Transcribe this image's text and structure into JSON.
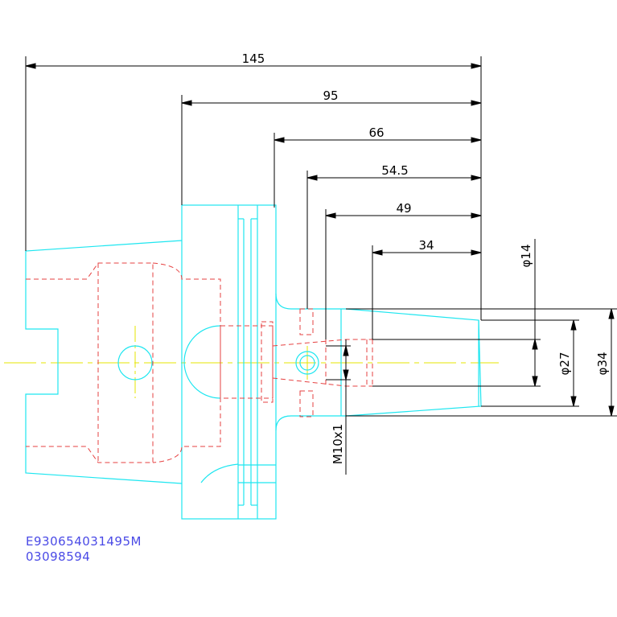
{
  "dimensions": {
    "length_overall": "145",
    "length_95": "95",
    "length_66": "66",
    "length_54_5": "54.5",
    "length_49": "49",
    "length_34": "34",
    "dia_14": "φ14",
    "dia_27": "φ27",
    "dia_34": "φ34",
    "thread": "M10x1"
  },
  "codes": {
    "part_number": "E930654031495M",
    "order_number": "03098594"
  },
  "colors": {
    "outline": "#1ee6f0",
    "hidden": "#e64141",
    "centerline": "#e6e600",
    "dimension": "#000000",
    "code_text": "#4a4ae6"
  }
}
